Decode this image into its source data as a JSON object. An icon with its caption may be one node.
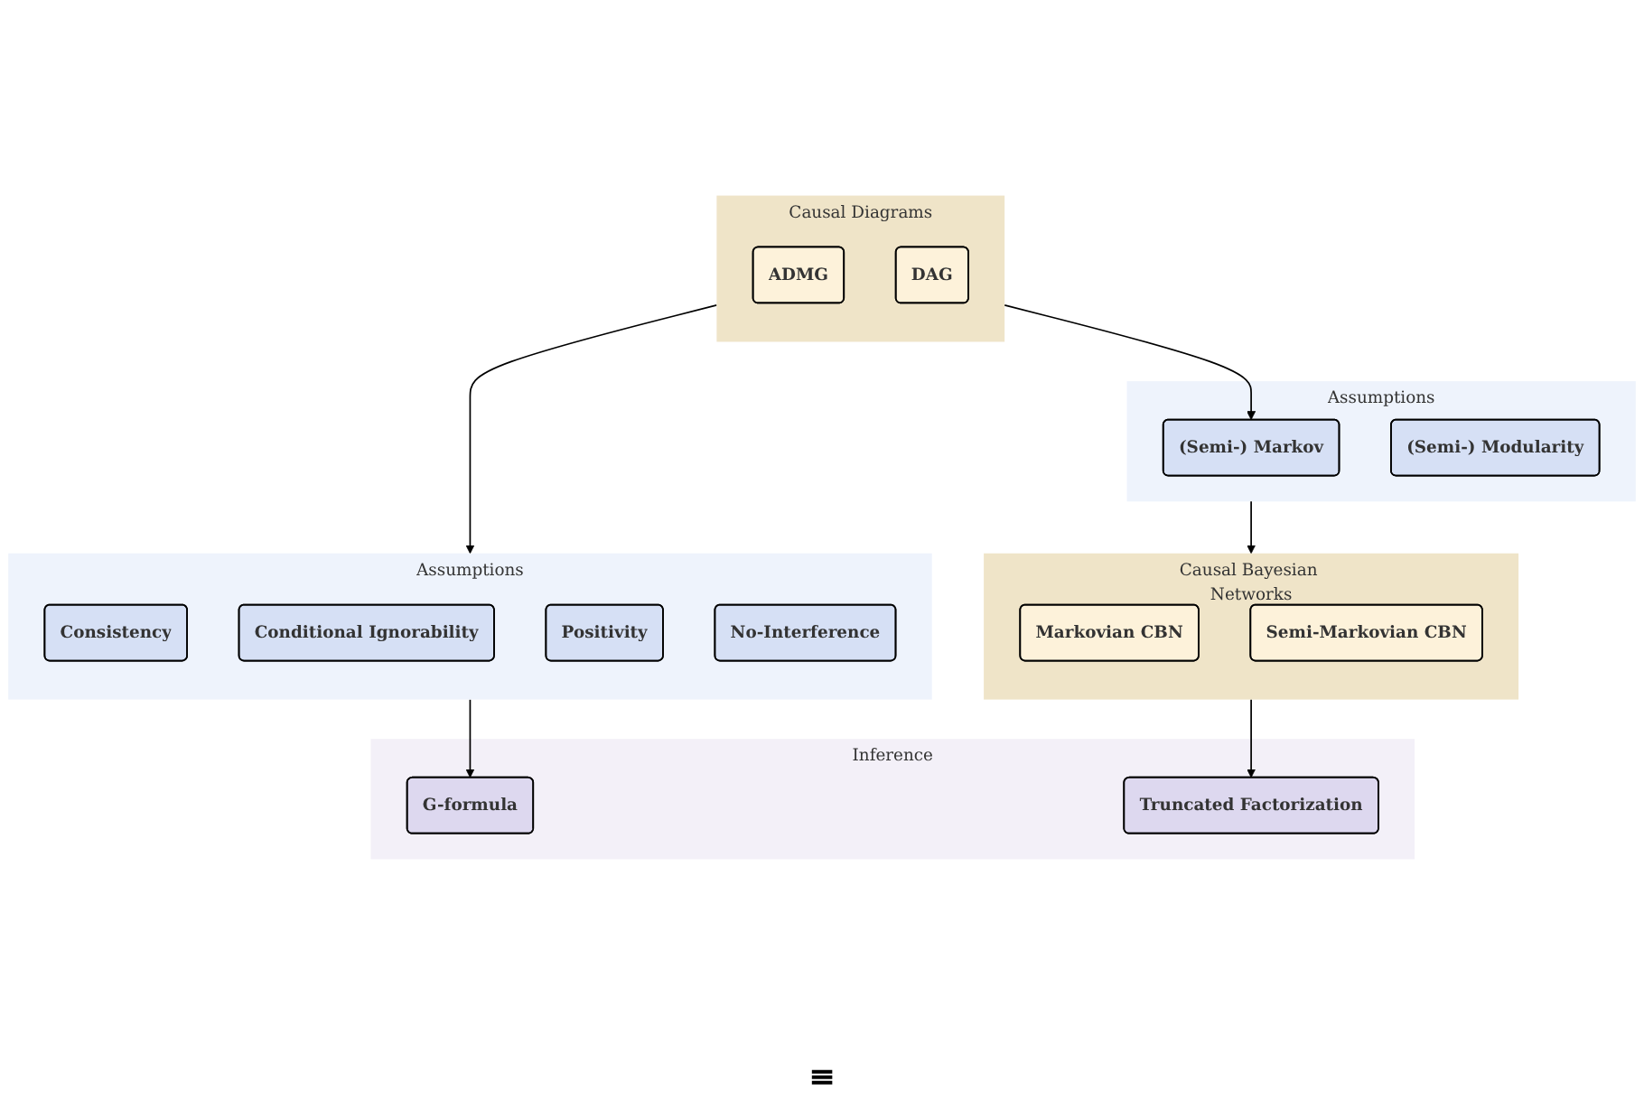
{
  "diagram": {
    "nodes": [
      {
        "text": [
          "Causal Diagrams"
        ]
      },
      {
        "text": [
          "ADMG"
        ],
        "in": 0
      },
      {
        "text": [
          "DAG"
        ],
        "in": 0
      },
      {
        "text": [
          "Assumptions"
        ]
      },
      {
        "text": [
          "(Semi-) Markov"
        ],
        "in": 3
      },
      {
        "text": [
          "(Semi-) Modularity"
        ],
        "in": 3
      },
      {
        "text": [
          "Assumptions"
        ]
      },
      {
        "text": [
          "Consistency"
        ],
        "in": 6
      },
      {
        "text": [
          "Conditional Ignorability"
        ],
        "in": 6
      },
      {
        "text": [
          "Positivity"
        ],
        "in": 6
      },
      {
        "text": [
          "No-Interference"
        ],
        "in": 6
      },
      {
        "text": [
          "Causal Bayesian Networks"
        ]
      },
      {
        "text": [
          "Markovian CBN"
        ],
        "in": 11
      },
      {
        "text": [
          "Semi-Markovian CBN"
        ],
        "in": 11
      },
      {
        "text": [
          "Inference"
        ]
      },
      {
        "text": [
          "G-formula"
        ],
        "in": 14
      },
      {
        "text": [
          "Truncated Factorization"
        ],
        "in": 14
      }
    ],
    "edges": [
      {
        "from": 0,
        "to": 4,
        "arrow": "to"
      },
      {
        "from": 0,
        "to": 6,
        "arrow": "to"
      },
      {
        "from": 3,
        "to": 11,
        "arrow": "to"
      },
      {
        "from": 6,
        "to": 15,
        "arrow": "to"
      },
      {
        "from": 11,
        "to": 16,
        "arrow": "to"
      }
    ],
    "labels": [
      "≡"
    ]
  }
}
